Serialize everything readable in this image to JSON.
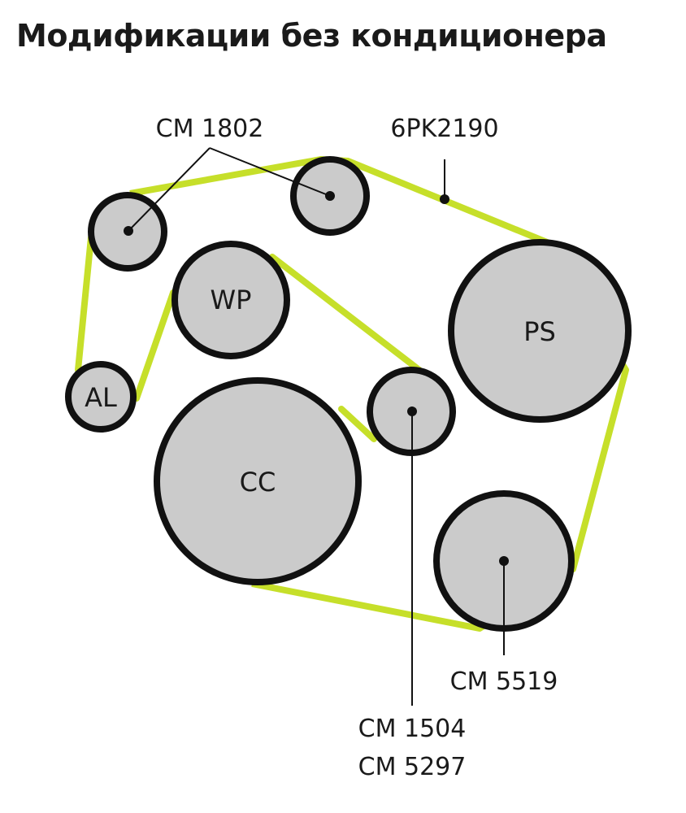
{
  "title": "Модификации без кондиционера",
  "colors": {
    "belt": "#c6df2a",
    "pulley_fill": "#cbcbcb",
    "outline": "#111111",
    "text": "#1a1a1a"
  },
  "belt_label": "6PK2190",
  "pulleys": {
    "al": "AL",
    "wp": "WP",
    "ps": "PS",
    "cc": "CC"
  },
  "callouts": {
    "cm1802": "CM 1802",
    "cm5519": "CM 5519",
    "cm1504": "CM 1504",
    "cm5297": "CM 5297"
  }
}
